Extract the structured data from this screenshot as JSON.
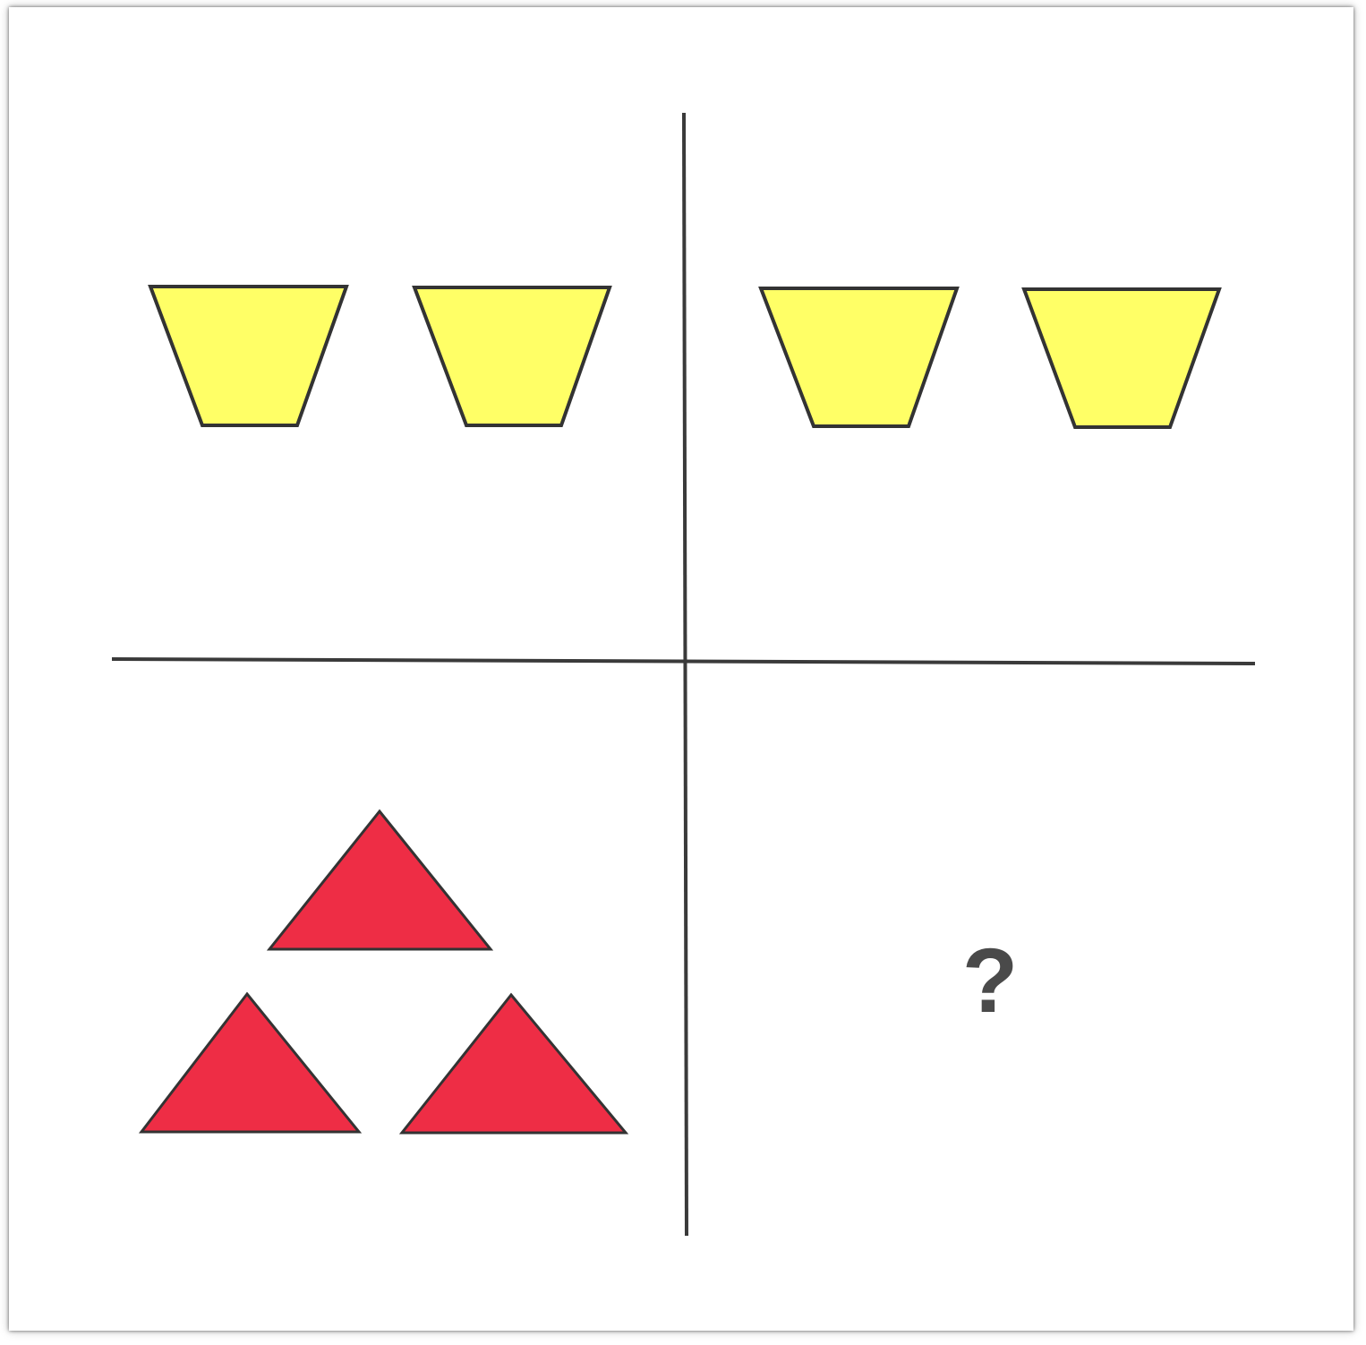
{
  "puzzle": {
    "missing_symbol": "?",
    "colors": {
      "trapezoid_fill": "#ffff66",
      "triangle_fill": "#ee2d45",
      "outline": "#333333",
      "divider": "#3a3a3a",
      "question_mark": "#4a4a4a"
    },
    "quadrants": {
      "top_left": {
        "shape": "trapezoid",
        "count": 2
      },
      "top_right": {
        "shape": "trapezoid",
        "count": 2
      },
      "bottom_left": {
        "shape": "triangle",
        "count": 3
      },
      "bottom_right": {
        "shape": "unknown",
        "count": null
      }
    }
  }
}
